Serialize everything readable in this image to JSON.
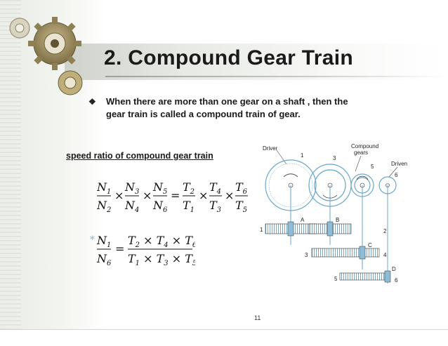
{
  "slide": {
    "title": "2. Compound Gear Train",
    "bullet_mark": "❖",
    "bullet_text_1": "When there are more than one gear on a shaft , then the",
    "bullet_text_2": "gear train  is called a compound train of gear.",
    "speed_label": "speed ratio of compound gear train",
    "page_number": "11"
  },
  "diagram": {
    "driver_label": "Driver",
    "compound_label_1": "Compound",
    "compound_label_2": "gears",
    "driven_label": "Driven",
    "gear_numbers": [
      "1",
      "2",
      "3",
      "4",
      "5",
      "6"
    ],
    "shaft_letters": [
      "A",
      "B",
      "C",
      "D"
    ]
  },
  "colors": {
    "accent_gear": "#6ba7c8",
    "title_text": "#1a1a1a"
  }
}
